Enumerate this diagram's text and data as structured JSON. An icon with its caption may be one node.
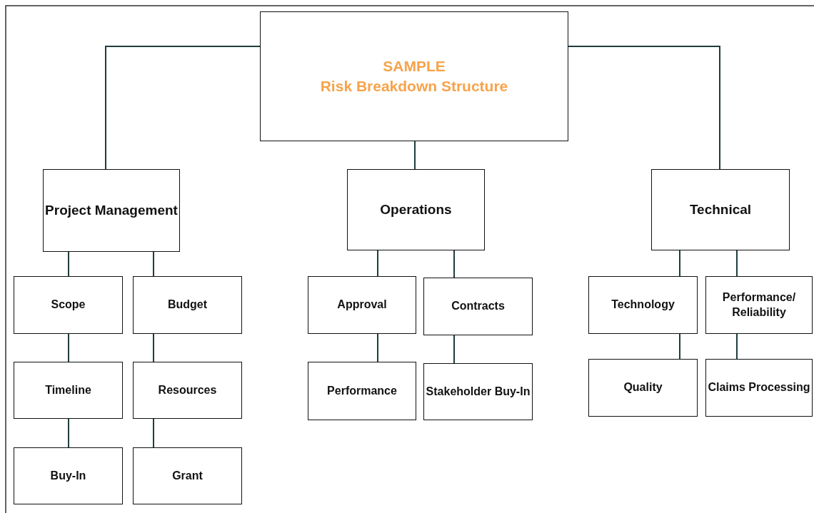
{
  "diagram": {
    "nodes": [
      {
        "text": [
          "SAMPLE",
          "Risk Breakdown Structure"
        ]
      },
      {
        "text": [
          "Project Management"
        ]
      },
      {
        "text": [
          "Operations"
        ]
      },
      {
        "text": [
          "Technical"
        ]
      },
      {
        "text": [
          "Scope"
        ]
      },
      {
        "text": [
          "Budget"
        ]
      },
      {
        "text": [
          "Timeline"
        ]
      },
      {
        "text": [
          "Resources"
        ]
      },
      {
        "text": [
          "Buy-In"
        ]
      },
      {
        "text": [
          "Grant"
        ]
      },
      {
        "text": [
          "Approval"
        ]
      },
      {
        "text": [
          "Contracts"
        ]
      },
      {
        "text": [
          "Performance"
        ]
      },
      {
        "text": [
          "Stakeholder Buy-In"
        ]
      },
      {
        "text": [
          "Technology"
        ]
      },
      {
        "text": [
          "Performance/ Reliability"
        ]
      },
      {
        "text": [
          "Quality"
        ]
      },
      {
        "text": [
          "Claims Processing"
        ]
      }
    ],
    "edges": [
      {
        "from": 0,
        "to": 1,
        "arrow": "none"
      },
      {
        "from": 0,
        "to": 2,
        "arrow": "none"
      },
      {
        "from": 0,
        "to": 3,
        "arrow": "none"
      },
      {
        "from": 1,
        "to": 4,
        "arrow": "none"
      },
      {
        "from": 1,
        "to": 5,
        "arrow": "none"
      },
      {
        "from": 4,
        "to": 6,
        "arrow": "none"
      },
      {
        "from": 6,
        "to": 8,
        "arrow": "none"
      },
      {
        "from": 5,
        "to": 7,
        "arrow": "none"
      },
      {
        "from": 7,
        "to": 9,
        "arrow": "none"
      },
      {
        "from": 2,
        "to": 10,
        "arrow": "none"
      },
      {
        "from": 2,
        "to": 11,
        "arrow": "none"
      },
      {
        "from": 10,
        "to": 12,
        "arrow": "none"
      },
      {
        "from": 11,
        "to": 13,
        "arrow": "none"
      },
      {
        "from": 3,
        "to": 14,
        "arrow": "none"
      },
      {
        "from": 3,
        "to": 15,
        "arrow": "none"
      },
      {
        "from": 14,
        "to": 16,
        "arrow": "none"
      },
      {
        "from": 15,
        "to": 17,
        "arrow": "none"
      }
    ]
  }
}
